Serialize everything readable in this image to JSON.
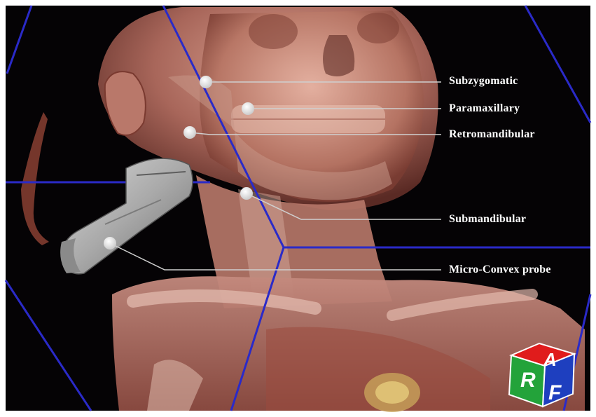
{
  "labels": {
    "subzygomatic": "Subzygomatic",
    "paramaxillary": "Paramaxillary",
    "retromandibular": "Retromandibular",
    "submandibular": "Submandibular",
    "micro_convex_probe": "Micro-Convex probe"
  },
  "logo": {
    "letters": [
      "R",
      "A",
      "F"
    ]
  },
  "colors": {
    "background": "#000000",
    "tissue": "#b87a68",
    "guide_lines": "#2a2ac8",
    "label_text": "#ffffff",
    "marker": "#e6e6e6",
    "logo_red": "#e01c1c",
    "logo_green": "#23a33a",
    "logo_blue": "#1e3fbf"
  }
}
